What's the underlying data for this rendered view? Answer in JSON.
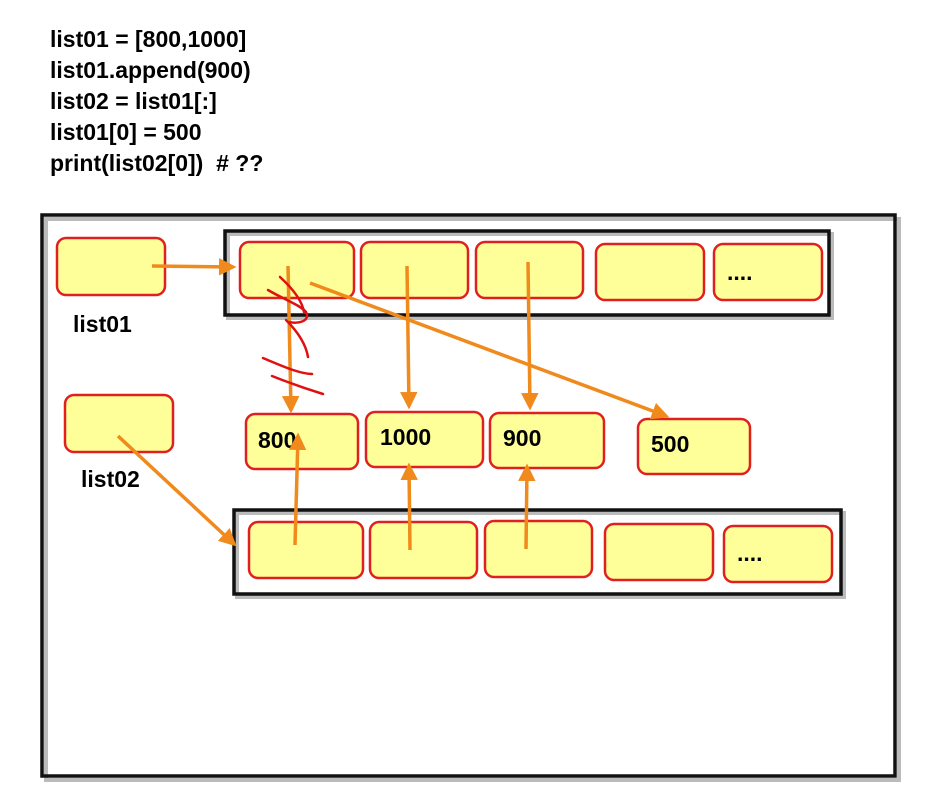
{
  "code_lines": [
    "list01 = [800,1000]",
    "list01.append(900)",
    "list02 = list01[:]",
    "list01[0] = 500",
    "print(list02[0])  # ??"
  ],
  "labels": {
    "list01": "list01",
    "list02": "list02",
    "ellipsis": "...."
  },
  "values": {
    "v800": "800",
    "v1000": "1000",
    "v900": "900",
    "v500": "500"
  },
  "colors": {
    "cell_fill": "#ffff99",
    "cell_border": "#e02020",
    "arrow": "#f08a1c",
    "frame": "#111111",
    "scribble": "#e01010"
  }
}
